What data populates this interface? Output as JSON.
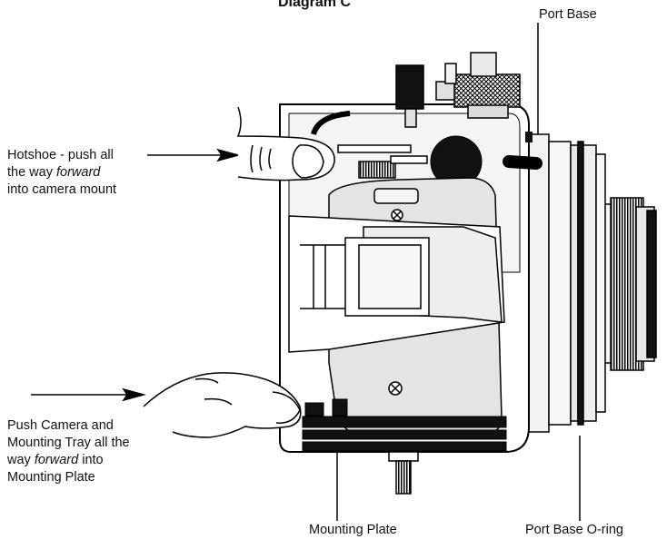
{
  "title": "Diagram C",
  "labels": {
    "port_base": "Port Base",
    "port_base_oring": "Port Base O-ring",
    "mounting_plate": "Mounting Plate",
    "hotshoe": {
      "line1": "Hotshoe - push all",
      "line2_pre": "the way ",
      "line2_em": "forward",
      "line3": "into camera mount"
    },
    "push_camera": {
      "line1": "Push Camera and",
      "line2": "Mounting Tray all the",
      "line3_pre": "way ",
      "line3_em": "forward",
      "line3_post": " into",
      "line4": "Mounting Plate"
    }
  },
  "colors": {
    "stroke": "#000000",
    "fill_light": "#f2f2f2",
    "fill_mid": "#dcdcdc",
    "fill_dark": "#111111"
  }
}
